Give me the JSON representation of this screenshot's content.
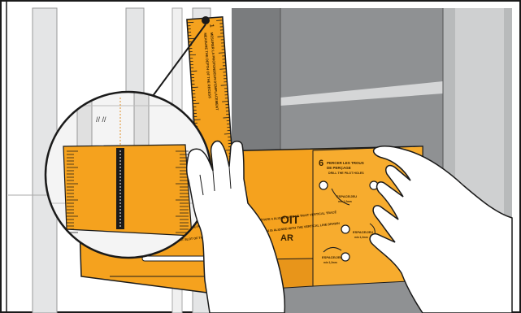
{
  "colors": {
    "orange": "#F5A21E",
    "orange_dark": "#D9870E",
    "wall_gray": "#8F9193",
    "wall_gray_dark": "#6E7072",
    "wall_light": "#C9CBCC",
    "skin": "#FFFFFF",
    "outline": "#1A1A1A"
  },
  "icons": [
    "pushpin-icon",
    "magnifier-callout-icon",
    "measuring-ruler",
    "drilling-jig",
    "left-hand",
    "right-hand"
  ],
  "ruler": {
    "number": "1",
    "line1": "MESURER LA PROFONDEUR D'EMPLACEMENT",
    "line2": "MEASURE THE DEPTH OF THE RECESS"
  },
  "jig": {
    "step_number": "6",
    "step_title_fr": "PERCER LES TROUS",
    "step_title_fr2": "DE PERÇAGE",
    "step_subtitle": "DRILL THE PILOT HOLES",
    "hole_labels": [
      {
        "title": "ESPACE/JEU",
        "sub": "min 1,2mm"
      },
      {
        "title": "ESPACE/JEU",
        "sub": "min 1,2mm"
      },
      {
        "title": "ESPACE/JEU",
        "sub": "min 1,2mm"
      }
    ],
    "brand_partial_1": "OIT",
    "brand_partial_2": "AR",
    "instructions_fr": "CETTE FLÈCHE AU MILIEU DE LA RAINURE DE RÉGLAGE DU PORTAIL EN CONSERVANT LE CÔTÉ DE L'ÉTAPE 4 ALIGNÉ AVEC LE TRAIT VERTICAL TRACÉ",
    "instructions_en": "THIS ARROW IN THE MIDDLE OF THE ADJUSTMENT SLOT OF THE GATE, MAKING SURE THE SIDE OF STEP 4 IS ALIGNED WITH THE VERTICAL LINE DRAWN"
  },
  "callout": {
    "marks": "// //"
  }
}
